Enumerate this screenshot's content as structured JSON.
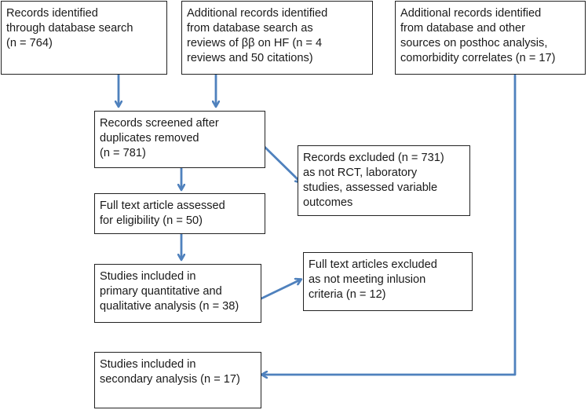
{
  "colors": {
    "arrow": "#4f81bd",
    "box_border": "#222222",
    "text": "#1a1a1a"
  },
  "boxes": {
    "records_identified": "Records identified\nthrough database search\n(n = 764)",
    "additional_reviews": "Additional records identified\nfrom database search as\nreviews of ββ on HF (n = 4\nreviews and 50 citations)",
    "additional_posthoc": "Additional records identified\nfrom database and other\nsources on posthoc analysis,\ncomorbidity correlates (n = 17)",
    "records_screened": "Records screened after\nduplicates removed\n(n = 781)",
    "records_excluded": "Records excluded (n = 731)\nas not RCT, laboratory\nstudies, assessed variable\noutcomes",
    "full_text_assessed": "Full text article assessed\nfor eligibility (n = 50)",
    "studies_primary": "Studies included in\nprimary quantitative and\nqualitative analysis (n = 38)",
    "full_text_excluded": "Full text articles excluded\nas not meeting inlusion\ncriteria (n = 12)",
    "studies_secondary": "Studies included in\nsecondary analysis (n = 17)"
  }
}
